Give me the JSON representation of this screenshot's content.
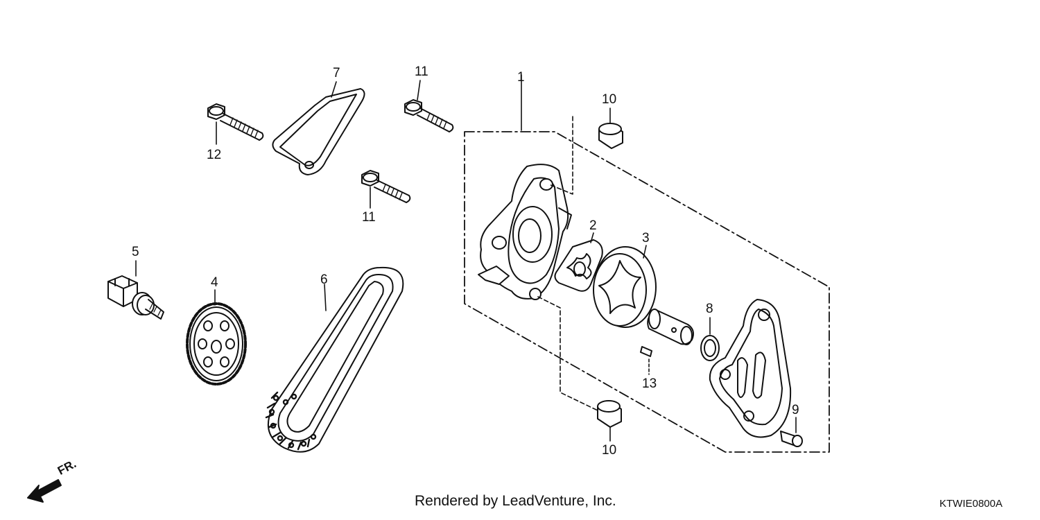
{
  "callouts": {
    "c1": "1",
    "c2": "2",
    "c3": "3",
    "c4": "4",
    "c5": "5",
    "c6": "6",
    "c7": "7",
    "c8": "8",
    "c9": "9",
    "c10a": "10",
    "c10b": "10",
    "c11a": "11",
    "c11b": "11",
    "c12": "12",
    "c13": "13"
  },
  "direction_label": "FR.",
  "credit": "Rendered by LeadVenture, Inc.",
  "diagram_code": "KTWIE0800A"
}
